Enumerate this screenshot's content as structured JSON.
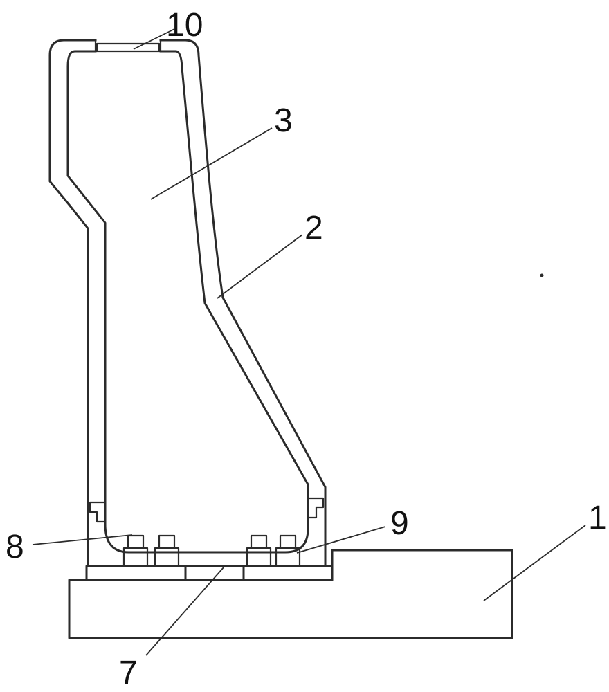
{
  "figure": {
    "background_color": "#ffffff",
    "line_color": "#2b2b2b",
    "labels": {
      "part1": "1",
      "part2": "2",
      "part3": "3",
      "part7": "7",
      "part8": "8",
      "part9": "9",
      "part10": "10"
    }
  }
}
